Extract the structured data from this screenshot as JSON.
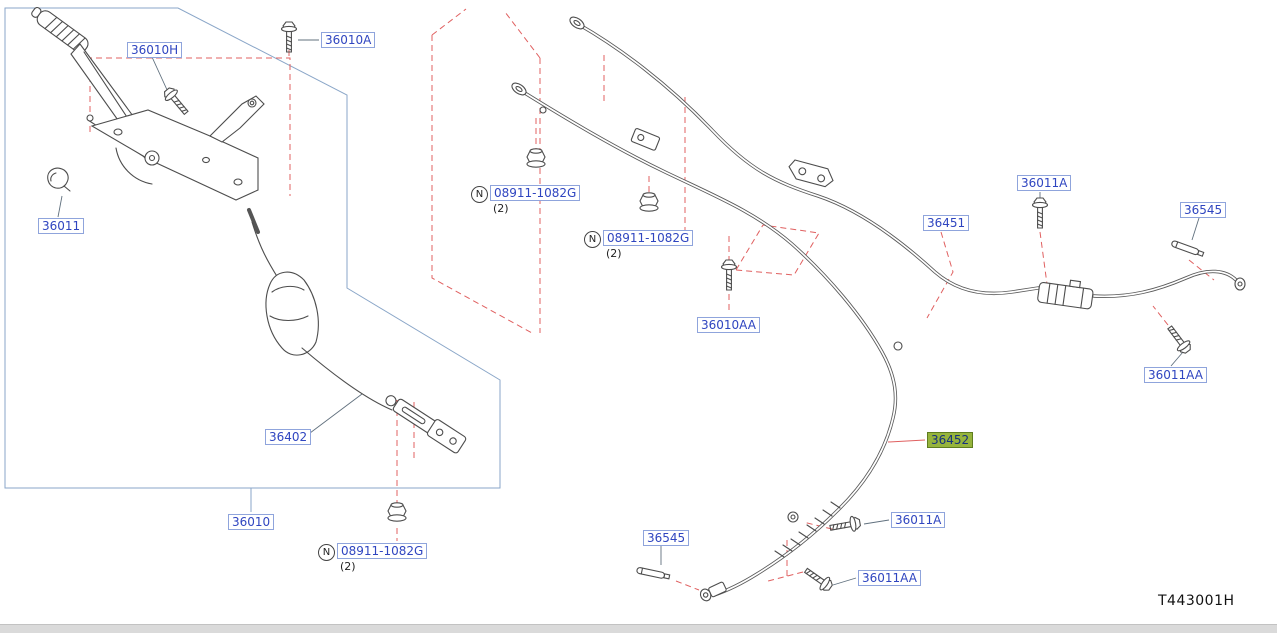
{
  "diagram": {
    "drawing_code": "T443001H",
    "colors": {
      "label_text": "#2f45c0",
      "label_border": "#8fa4dc",
      "highlight_bg": "#96b43c",
      "dashed_red": "#e06060",
      "outline_blue": "#8aa6c8"
    },
    "labels": {
      "p36010H": "36010H",
      "p36010A": "36010A",
      "p36011": "36011",
      "p36402": "36402",
      "p36010": "36010",
      "p36010AA": "36010AA",
      "p36451": "36451",
      "p36011A_top": "36011A",
      "p36545_top": "36545",
      "p36011AA_top": "36011AA",
      "p36452": "36452",
      "p36011A_bottom": "36011A",
      "p36545_bottom": "36545",
      "p36011AA_bottom": "36011AA"
    },
    "nut_callouts": {
      "prefix": "N",
      "part_number": "08911-1082G",
      "quantity": "(2)"
    }
  }
}
